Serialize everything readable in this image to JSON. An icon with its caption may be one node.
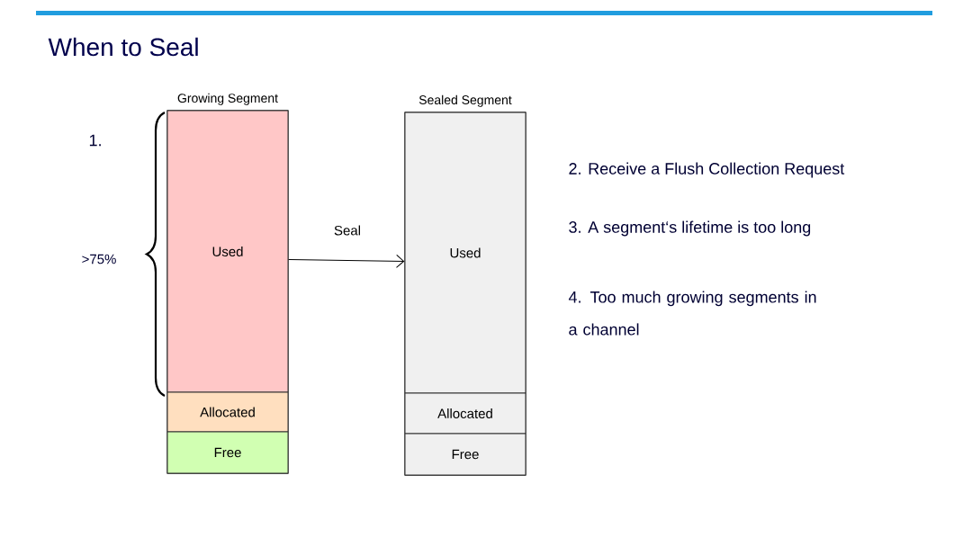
{
  "diagram": {
    "title": "When to Seal",
    "nodes": [
      {
        "text": [
          "Growing Segment"
        ]
      },
      {
        "text": [
          "Used"
        ],
        "in": 0
      },
      {
        "text": [
          "Allocated"
        ],
        "in": 0
      },
      {
        "text": [
          "Free"
        ],
        "in": 0
      },
      {
        "text": [
          "Sealed Segment"
        ]
      },
      {
        "text": [
          "Used"
        ],
        "in": 4
      },
      {
        "text": [
          "Allocated"
        ],
        "in": 4
      },
      {
        "text": [
          "Free"
        ],
        "in": 4
      }
    ],
    "edges": [
      {
        "from": 0,
        "to": 4,
        "arrow": "to",
        "label": "Seal"
      }
    ],
    "labels": [
      "1.",
      ">75%",
      "2. Receive a Flush Collection Request",
      "3. A segment‘s lifetime is too long",
      "4. Too much growing segments in a channel"
    ]
  }
}
